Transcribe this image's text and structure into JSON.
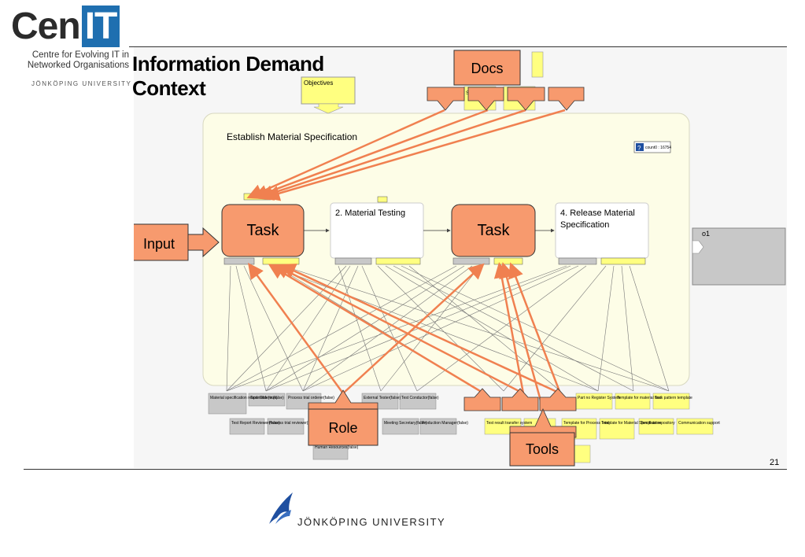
{
  "logo": {
    "cen": "Cen",
    "it": "IT",
    "line1": "Centre for Evolving IT in",
    "line2": "Networked Organisations",
    "university": "JÖNKÖPING UNIVERSITY"
  },
  "slide": {
    "title_line1": "Information Demand",
    "title_line2": "Context",
    "page_number": "21"
  },
  "diagram": {
    "objectives": "Objectives",
    "process_title": "Establish Material Specification",
    "count_badge": "count0 : 16754",
    "spec_fragment": "Spec",
    "output": "o1",
    "tasks": [
      {
        "label": "Task"
      },
      {
        "label": "2. Material Testing"
      },
      {
        "label": "Task"
      },
      {
        "label": "4. Release Material Specification"
      }
    ],
    "callouts": {
      "docs": "Docs",
      "input": "Input",
      "role": "Role",
      "tools": "Tools"
    },
    "roles_row1": [
      "Material specification responsible(true)",
      "Task Orderer(false)",
      "Process trial orderer(false)",
      "External Tester(false)",
      "Test Conductor(false)"
    ],
    "roles_row2": [
      "Test Report Reviewer(false)",
      "Process trial reviewer(false)",
      "Meeting Secretary(false)",
      "Production Manager(false)"
    ],
    "roles_row3": [
      "Human Resources(false)"
    ],
    "tools_row1": [
      "Part no Register System",
      "Template for material test",
      "Task pattern template"
    ],
    "tools_row2": [
      "Test result transfer system",
      "Template for Process Trial",
      "Template for Material Specification",
      "Template repository",
      "Communication support"
    ],
    "footer_university": "JÖNKÖPING UNIVERSITY"
  },
  "colors": {
    "callout_fill": "#f79a6e",
    "callout_stroke": "#c85a28",
    "task_fill": "#f79a6e",
    "doc_yellow": "#ffff80",
    "process_bg": "#fdfde7",
    "role_gray": "#c8c8c8",
    "logo_blue": "#1f6fb0"
  }
}
